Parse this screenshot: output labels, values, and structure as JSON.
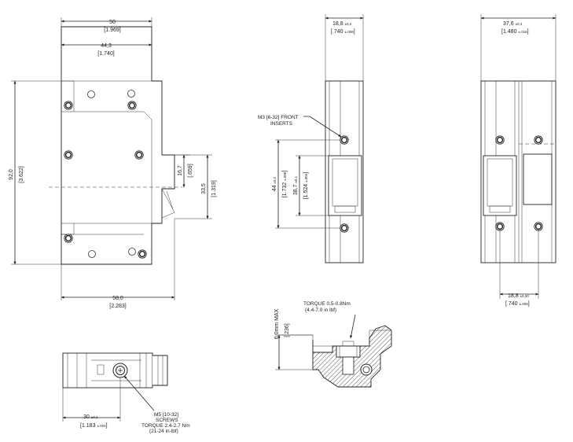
{
  "front_view": {
    "overall_width": {
      "mm": "50",
      "in": "1.969"
    },
    "base_width": {
      "mm": "44,3",
      "in": "1.740"
    },
    "height": {
      "mm": "92,0",
      "in": "3.622"
    },
    "pitch": {
      "mm": "16,7",
      "in": ".659"
    },
    "span": {
      "mm": "33,5",
      "in": "1.319"
    },
    "depth": {
      "mm": "58,0",
      "in": "2.283"
    }
  },
  "side_view": {
    "width": {
      "mm": "18,8",
      "tol": "±0,2",
      "in": ".740",
      "tol_in": "±.008"
    },
    "insert_note": [
      "M3 [6-32] FRONT",
      "INSERTS"
    ],
    "insert_spacing": {
      "mm": "44",
      "tol": "±0,2",
      "in": "1.732",
      "tol_in": "±.008"
    },
    "window": {
      "mm": "38,7",
      "tol": "±0,1",
      "in": "1.524",
      "tol_in": "±.004"
    }
  },
  "double_view": {
    "width": {
      "mm": "37,6",
      "tol": "±0,4",
      "in": "1.480",
      "tol_in": "±.016"
    },
    "pitch": {
      "mm": "18,8",
      "tol": "±0,20",
      "in": ".740",
      "tol_in": "±.008"
    }
  },
  "bottom_view": {
    "width": {
      "mm": "30",
      "tol": "±0,1",
      "in": "1.183",
      "tol_in": "±.004"
    },
    "screw_note": [
      "M5 [10-32]",
      "SCREWS",
      "TORQUE 2.4-2.7 Nm",
      "(21-24 in-lbf)"
    ]
  },
  "detail_view": {
    "torque_note": [
      "TORQUE 0.5-0.8Nm",
      "(4.4-7.0 in lbf)"
    ],
    "max_dim": {
      "mm": "6,0mm",
      "suffix": "MAX",
      "in": ".236"
    }
  },
  "colors": {
    "line": "#222222",
    "hatch": "#444444",
    "paper": "#ffffff"
  }
}
